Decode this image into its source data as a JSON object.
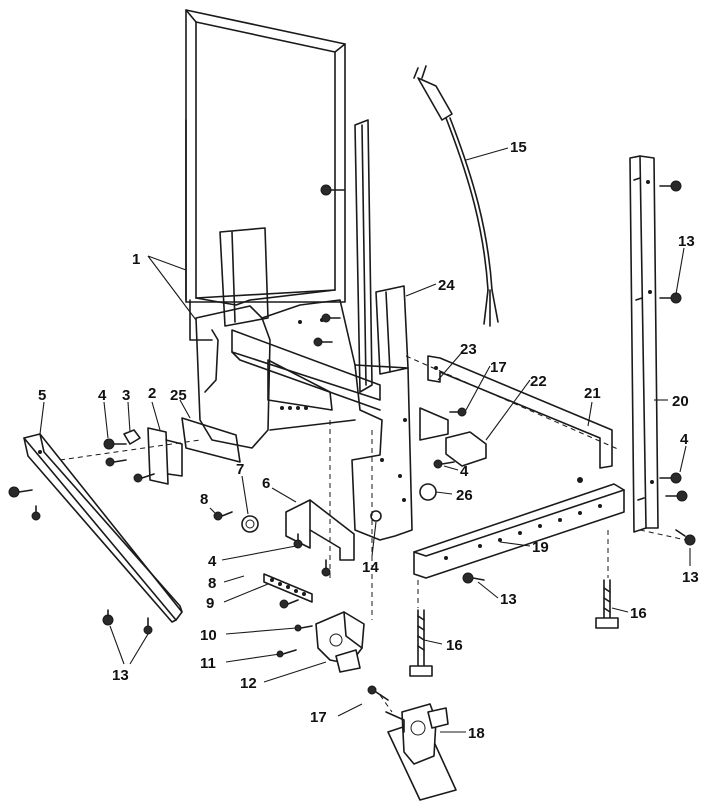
{
  "diagram": {
    "callouts": [
      "1",
      "2",
      "3",
      "4",
      "5",
      "6",
      "7",
      "8",
      "9",
      "10",
      "11",
      "12",
      "13",
      "14",
      "15",
      "16",
      "17",
      "18",
      "19",
      "20",
      "21",
      "22",
      "23",
      "24",
      "25",
      "26"
    ],
    "repeat_callouts": {
      "four_b": "4",
      "four_c": "4",
      "four_d": "4",
      "eight_b": "8",
      "thirteen_b": "13",
      "thirteen_c": "13",
      "thirteen_d": "13",
      "sixteen_b": "16",
      "seventeen_b": "17"
    }
  }
}
